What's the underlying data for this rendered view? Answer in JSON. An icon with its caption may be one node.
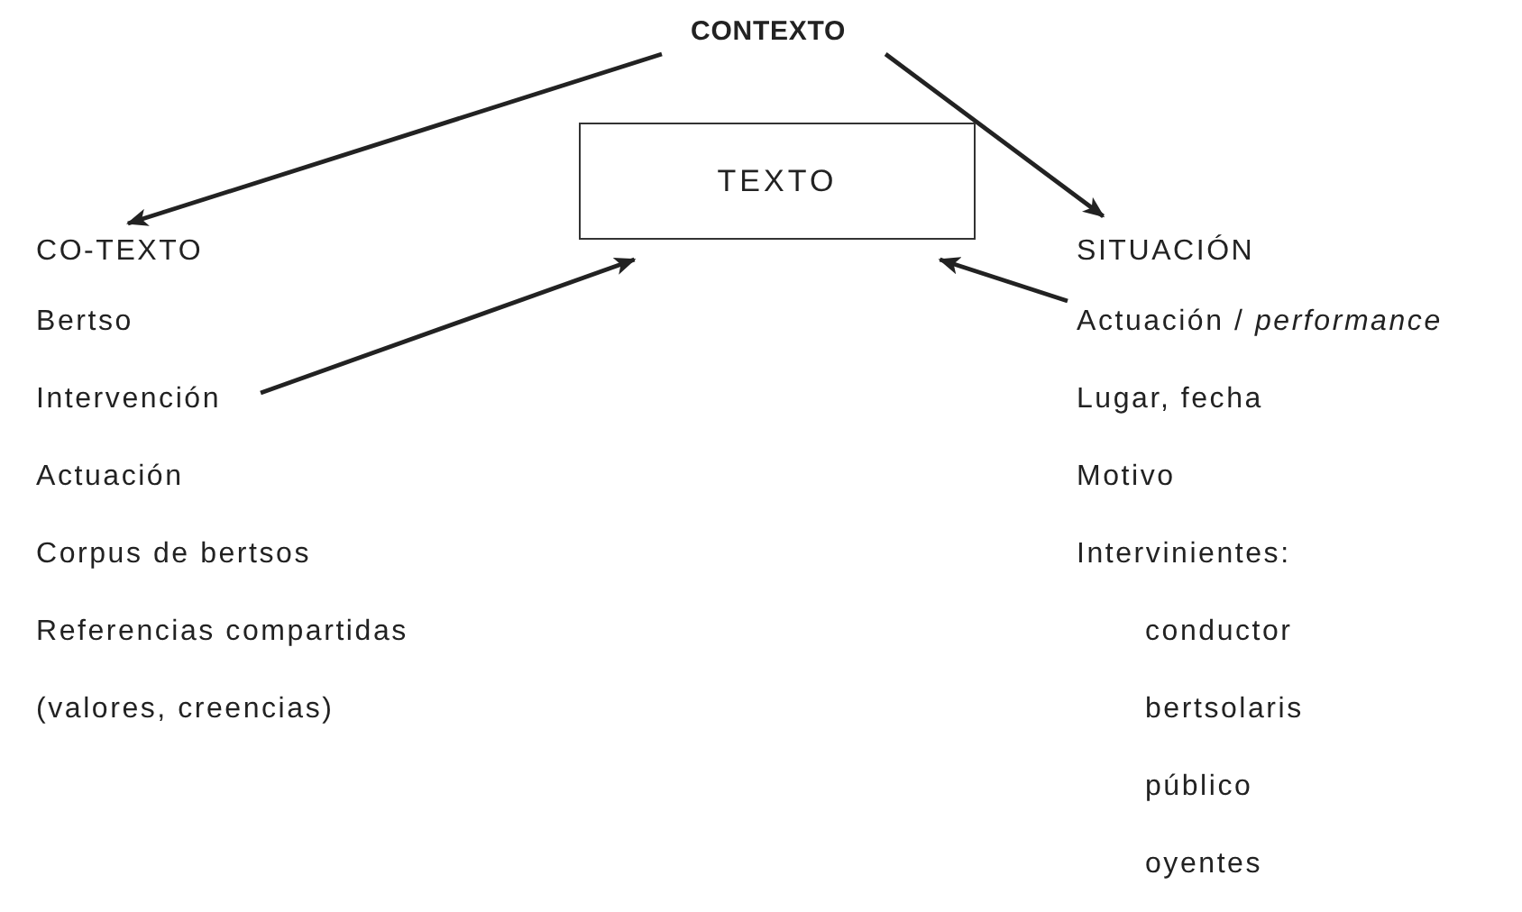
{
  "diagram": {
    "nodes": [
      {
        "text": [
          "CONTEXTO"
        ]
      },
      {
        "text": [
          "TEXTO"
        ]
      },
      {
        "text": [
          "CO-TEXTO"
        ]
      },
      {
        "text": [
          "Intervención"
        ]
      },
      {
        "text": [
          "SITUACIÓN"
        ]
      },
      {
        "text": [
          "Actuación / *performance*"
        ]
      }
    ],
    "edges": [
      {
        "from": 0,
        "to": 2,
        "arrow": "to"
      },
      {
        "from": 0,
        "to": 4,
        "arrow": "to"
      },
      {
        "from": 3,
        "to": 1,
        "arrow": "to"
      },
      {
        "from": 5,
        "to": 1,
        "arrow": "to"
      }
    ],
    "labels": [
      "Bertso",
      "Lugar, fecha",
      "Actuación",
      "Motivo",
      "Corpus de bertsos",
      "Intervinientes:",
      "Referencias compartidas",
      "conductor",
      "(valores, creencias)",
      "bertsolaris",
      "público",
      "oyentes"
    ]
  }
}
